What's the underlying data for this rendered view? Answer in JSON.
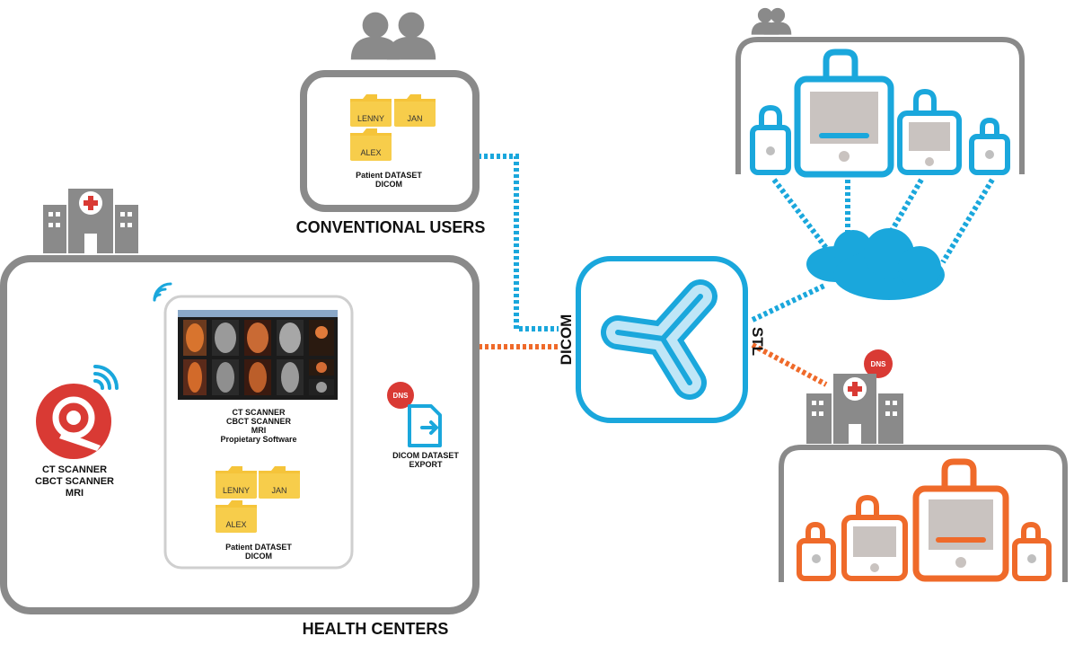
{
  "labels": {
    "conventional_users": "CONVENTIONAL USERS",
    "health_centers": "HEALTH CENTERS",
    "dicom": "DICOM",
    "stl": "STL",
    "badge": "DNS",
    "scanner_left": [
      "CT SCANNER",
      "CBCT SCANNER",
      "MRI"
    ],
    "software": [
      "CT SCANNER",
      "CBCT SCANNER",
      "MRI",
      "Propietary Software"
    ],
    "dataset": [
      "Patient DATASET",
      "DICOM"
    ],
    "export": [
      "DICOM DATASET",
      "EXPORT"
    ]
  },
  "folders": [
    "LENNY",
    "JAN",
    "ALEX"
  ],
  "colors": {
    "gray": "#8a8a8a",
    "blue": "#1aa7dc",
    "orange": "#ef6a2a",
    "red": "#d93a34",
    "folder": "#f5c43a"
  },
  "icons": [
    "users-icon",
    "hospital-icon",
    "scanner-icon",
    "wifi-icon",
    "export-file-icon",
    "cloud-icon",
    "printer-icon",
    "hub-logo-icon"
  ]
}
